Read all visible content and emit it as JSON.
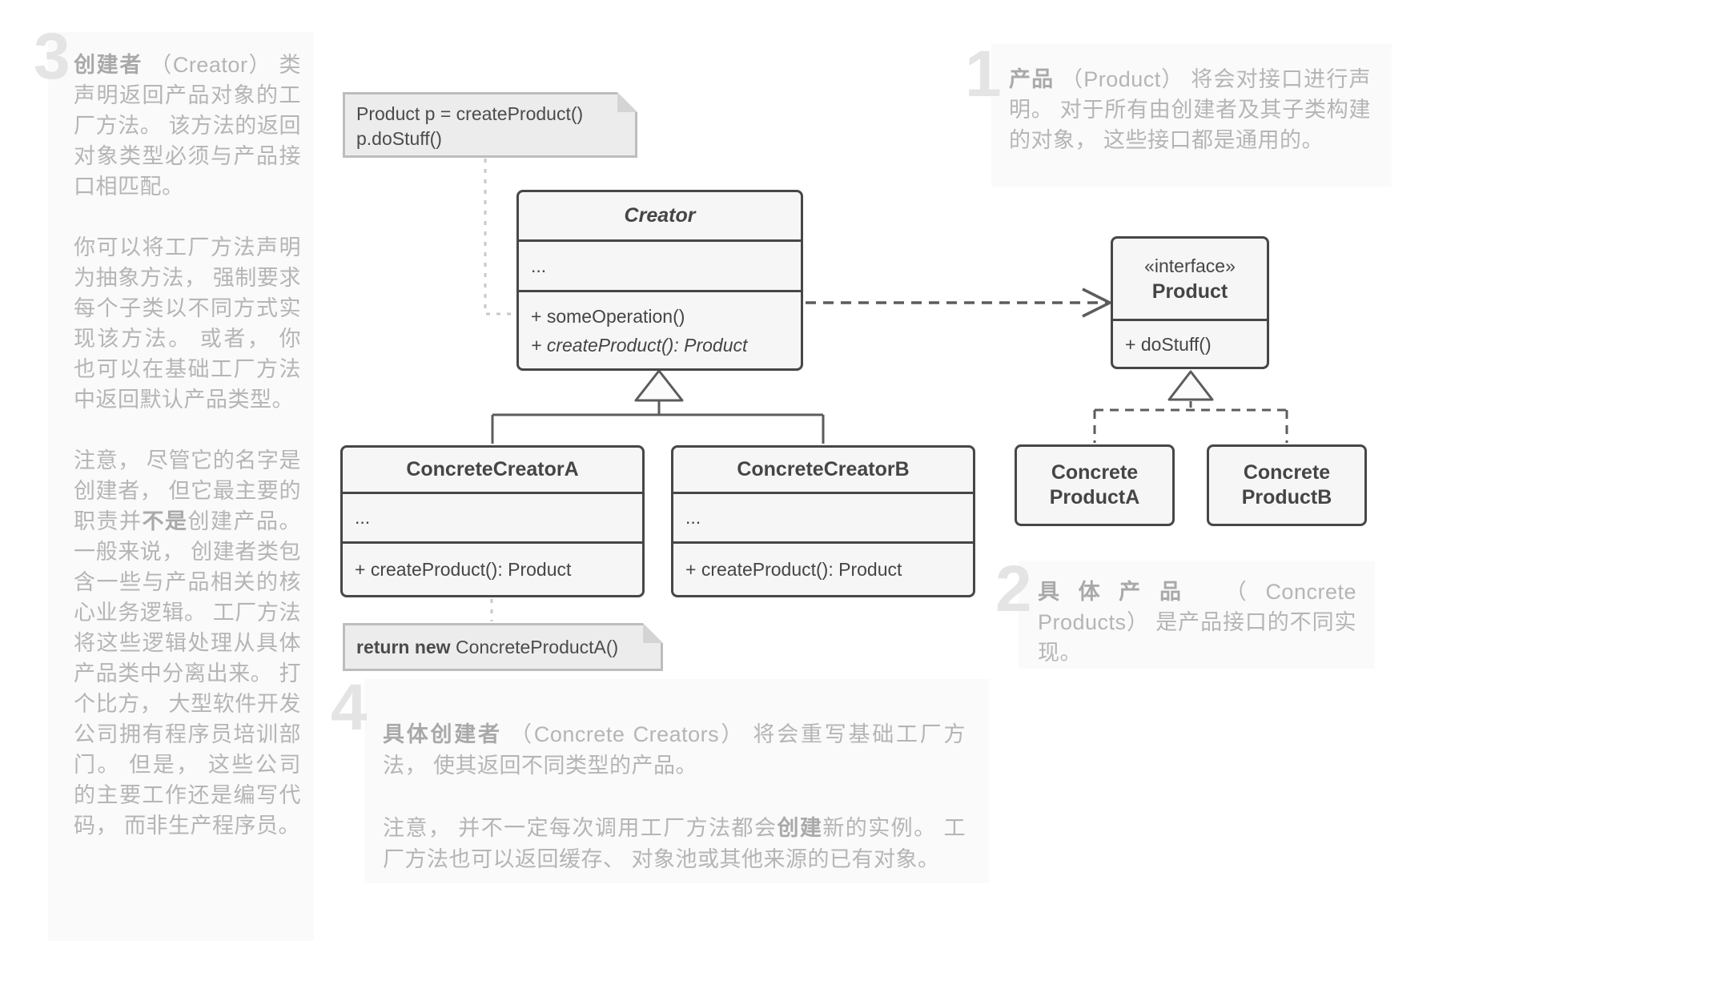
{
  "uml": {
    "creator": {
      "title": "Creator",
      "fields_placeholder": "...",
      "methods": [
        {
          "text": "+ someOperation()",
          "italic": false
        },
        {
          "text": "+ createProduct(): Product",
          "italic": true
        }
      ]
    },
    "concrete_creator_a": {
      "title": "ConcreteCreatorA",
      "fields_placeholder": "...",
      "method": "+ createProduct(): Product"
    },
    "concrete_creator_b": {
      "title": "ConcreteCreatorB",
      "fields_placeholder": "...",
      "method": "+ createProduct(): Product"
    },
    "product": {
      "stereotype": "«interface»",
      "title": "Product",
      "method": "+ doStuff()"
    },
    "concrete_product_a": {
      "title_line1": "Concrete",
      "title_line2": "ProductA"
    },
    "concrete_product_b": {
      "title_line1": "Concrete",
      "title_line2": "ProductB"
    }
  },
  "notes": {
    "client_code": {
      "lines": [
        "Product p = createProduct()",
        "p.doStuff()"
      ]
    },
    "return_note": [
      {
        "text": "return new ",
        "bold": true
      },
      {
        "text": "ConcreteProductA()",
        "bold": false
      }
    ]
  },
  "annotations": {
    "a1": {
      "number": "1",
      "paragraphs": [
        [
          {
            "text": "产品",
            "bold": true
          },
          {
            "text": " （Product） 将会对接口进行声明。 对于所有由创建者及其子类构建的对象， 这些接口都是通用的。",
            "bold": false
          }
        ]
      ]
    },
    "a2": {
      "number": "2",
      "paragraphs": [
        [
          {
            "text": "具体产品",
            "bold": true
          },
          {
            "text": " （Concrete Products） 是产品接口的不同实现。",
            "bold": false
          }
        ]
      ]
    },
    "a3": {
      "number": "3",
      "paragraphs": [
        [
          {
            "text": "创建者",
            "bold": true
          },
          {
            "text": " （Creator） 类声明返回产品对象的工厂方法。 该方法的返回对象类型必须与产品接口相匹配。",
            "bold": false
          }
        ],
        [
          {
            "text": "你可以将工厂方法声明为抽象方法， 强制要求每个子类以不同方式实现该方法。 或者， 你也可以在基础工厂方法中返回默认产品类型。",
            "bold": false
          }
        ],
        [
          {
            "text": "注意， 尽管它的名字是创建者， 但它最主要的职责并",
            "bold": false
          },
          {
            "text": "不是",
            "bold": true
          },
          {
            "text": "创建产品。 一般来说， 创建者类包含一些与产品相关的核心业务逻辑。 工厂方法将这些逻辑处理从具体产品类中分离出来。 打个比方， 大型软件开发公司拥有程序员培训部门。 但是， 这些公司的主要工作还是编写代码， 而非生产程序员。",
            "bold": false
          }
        ]
      ]
    },
    "a4": {
      "number": "4",
      "paragraphs": [
        [
          {
            "text": "具体创建者",
            "bold": true
          },
          {
            "text": " （Concrete Creators） 将会重写基础工厂方法， 使其返回不同类型的产品。",
            "bold": false
          }
        ],
        [
          {
            "text": "注意， 并不一定每次调用工厂方法都会",
            "bold": false
          },
          {
            "text": "创建",
            "bold": true
          },
          {
            "text": "新的实例。 工厂方法也可以返回缓存、 对象池或其他来源的已有对象。",
            "bold": false
          }
        ]
      ]
    }
  },
  "colors": {
    "block_bg": "#fafafa",
    "annotation_text": "#b5b5b5",
    "annotation_number": "#e4e4e4",
    "box_border": "#474747",
    "box_bg": "#f6f6f6",
    "note_bg": "#ececec",
    "note_border": "#bdbdbd",
    "wire_dark": "#5c5c5c",
    "wire_light": "#c8c8c8"
  }
}
